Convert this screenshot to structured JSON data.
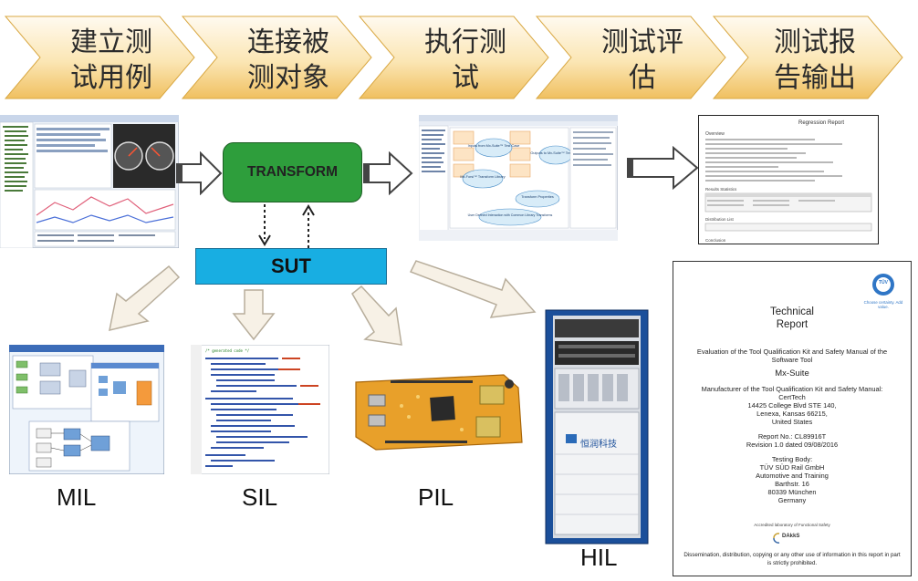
{
  "steps": [
    {
      "line1": "建立测",
      "line2": "试用例"
    },
    {
      "line1": "连接被",
      "line2": "测对象"
    },
    {
      "line1": "执行测",
      "line2": "试"
    },
    {
      "line1": "测试评",
      "line2": "估"
    },
    {
      "line1": "测试报",
      "line2": "告输出"
    }
  ],
  "transform": {
    "label": "TRANSFORM"
  },
  "sut": {
    "label": "SUT"
  },
  "targets": {
    "mil": "MIL",
    "sil": "SIL",
    "pil": "PIL",
    "hil": "HIL"
  },
  "screens": {
    "left_app": "Test case editor screenshot",
    "middle_app": {
      "bubble1": "Inputs from Mx-Suite™ Test Case",
      "bubble2": "Mx-Forsi™ Transform Library",
      "bubble3": "Outputs to Mx-Suite™ Test Case",
      "bubble4": "User Defined Interaction with Common Library Transforms",
      "bubble5": "Transform Properties"
    },
    "regression": {
      "title": "Regression Report",
      "section1": "Overview",
      "section2": "Results Statistics",
      "section3": "Distribution List",
      "section4": "Conclusion"
    }
  },
  "hil_badge": "恒润科技",
  "report": {
    "badge_top": "TÜV",
    "badge_caption": "Choose certainty. Add value.",
    "title_line1": "Technical",
    "title_line2": "Report",
    "eval_line1": "Evaluation of the Tool Qualification Kit and Safety Manual of the",
    "eval_line2": "Software Tool",
    "tool": "Mx-Suite",
    "manufacturer_intro": "Manufacturer of the Tool Qualification Kit and Safety Manual:",
    "company": "CertTech",
    "address1": "14425 College Blvd STE 140,",
    "address2": "Lenexa, Kansas 66215,",
    "address3": "United States",
    "report_no": "Report No.: CL89916T",
    "revision": "Revision 1.0 dated 09/08/2016",
    "testing_body": "Testing Body:",
    "body1": "TÜV SÜD Rail GmbH",
    "body2": "Automotive and Training",
    "body3": "Barthstr. 16",
    "body4": "80339 München",
    "body5": "Germany",
    "accredited": "Accredited laboratory of Functional Safety",
    "dakks": "DAkkS",
    "footer1": "Dissemination, distribution, copying or any other use of information in this report in part",
    "footer2": "is strictly prohibited."
  },
  "colors": {
    "chevron_light": "#fdf3d6",
    "chevron_dark": "#f2c46a",
    "transform_green": "#2e9e3c",
    "sut_blue": "#18aee2"
  }
}
